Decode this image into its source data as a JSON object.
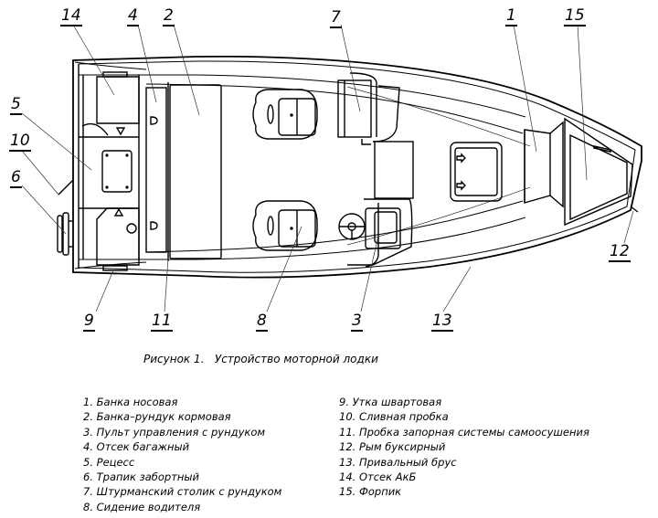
{
  "figure": {
    "caption_number": "Рисунок 1.",
    "caption_title": "Устройство моторной лодки"
  },
  "callouts": [
    {
      "id": "14",
      "label": "14"
    },
    {
      "id": "4",
      "label": "4"
    },
    {
      "id": "2",
      "label": "2"
    },
    {
      "id": "7",
      "label": "7"
    },
    {
      "id": "1",
      "label": "1"
    },
    {
      "id": "15",
      "label": "15"
    },
    {
      "id": "5",
      "label": "5"
    },
    {
      "id": "10",
      "label": "10"
    },
    {
      "id": "6",
      "label": "6"
    },
    {
      "id": "12",
      "label": "12"
    },
    {
      "id": "9",
      "label": "9"
    },
    {
      "id": "11",
      "label": "11"
    },
    {
      "id": "8",
      "label": "8"
    },
    {
      "id": "3",
      "label": "3"
    },
    {
      "id": "13",
      "label": "13"
    }
  ],
  "legend": {
    "left": [
      {
        "num": "1.",
        "text": "Банка носовая"
      },
      {
        "num": "2.",
        "text": "Банка–рундук кормовая"
      },
      {
        "num": "3.",
        "text": "Пульт управления с рундуком"
      },
      {
        "num": "4.",
        "text": "Отсек багажный"
      },
      {
        "num": "5.",
        "text": "Рецесс"
      },
      {
        "num": "6.",
        "text": "Трапик забортный"
      },
      {
        "num": "7.",
        "text": "Штурманский столик с рундуком"
      },
      {
        "num": "8.",
        "text": "Сидение водителя"
      }
    ],
    "right": [
      {
        "num": "9.",
        "text": "Утка швартовая"
      },
      {
        "num": "10.",
        "text": "Сливная пробка"
      },
      {
        "num": "11.",
        "text": "Пробка запорная системы самоосушения"
      },
      {
        "num": "12.",
        "text": "Рым буксирный"
      },
      {
        "num": "13.",
        "text": "Привальный брус"
      },
      {
        "num": "14.",
        "text": "Отсек АкБ"
      },
      {
        "num": "15.",
        "text": "Форпик"
      }
    ]
  }
}
